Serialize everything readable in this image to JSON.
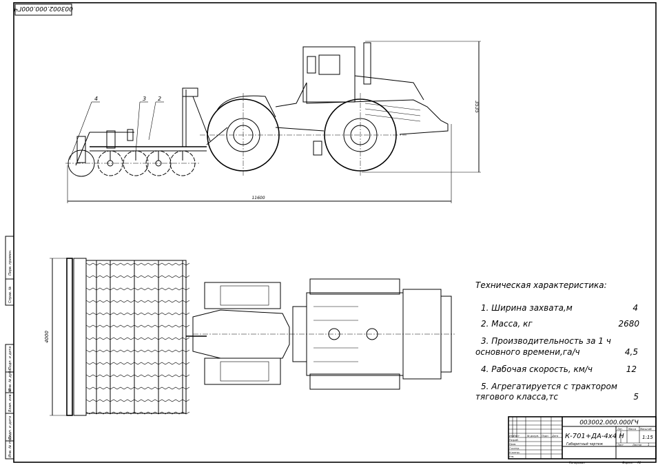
{
  "drawing": {
    "stamp_code": "003002.000.000ГЧ",
    "side_view": {
      "callouts": [
        "4",
        "3",
        "2"
      ],
      "length_dim": "11600",
      "height_dim": "3535"
    },
    "top_view": {
      "width_dim": "4000"
    }
  },
  "specs": {
    "title": "Техническая характеристика:",
    "items": [
      {
        "label": "1. Ширина захвата,м",
        "value": "4"
      },
      {
        "label": "2. Масса, кг",
        "value": "2680"
      },
      {
        "label_line1": "3. Производительность за 1 ч",
        "label_line2": "основного времени,га/ч",
        "value": "4,5"
      },
      {
        "label": "4. Рабочая скорость, км/ч",
        "value": "12"
      },
      {
        "label_line1": "5. Агрегатируется с трактором",
        "label_line2": "тягового класса,тс",
        "value": "5"
      }
    ]
  },
  "title_block": {
    "code": "003002.000.000ГЧ",
    "name": "К-701+ДА-4х4 Н",
    "subtitle": "Габаритный чертеж",
    "col_headers": [
      "Изм",
      "Лист",
      "№ докум.",
      "Подп.",
      "Дата"
    ],
    "row_labels": [
      "Разраб.",
      "Пров.",
      "Т.контр.",
      "Н.контр.",
      "Утв."
    ],
    "lit_label": "Лит.",
    "mass_label": "Масса",
    "scale_label": "Масштаб",
    "scale_value": "1:15",
    "sheet_label": "Лист",
    "sheets_label": "Листов",
    "sheets_value": "1",
    "copied_label": "Копировал",
    "format_label": "Формат",
    "format_value": "А1"
  },
  "side_stamp": {
    "labels": [
      "Перв. примен.",
      "Справ. №",
      "Подп. и дата",
      "Инв. № дубл.",
      "Взам. инв. №",
      "Подп. и дата",
      "Инв. № подл."
    ]
  }
}
